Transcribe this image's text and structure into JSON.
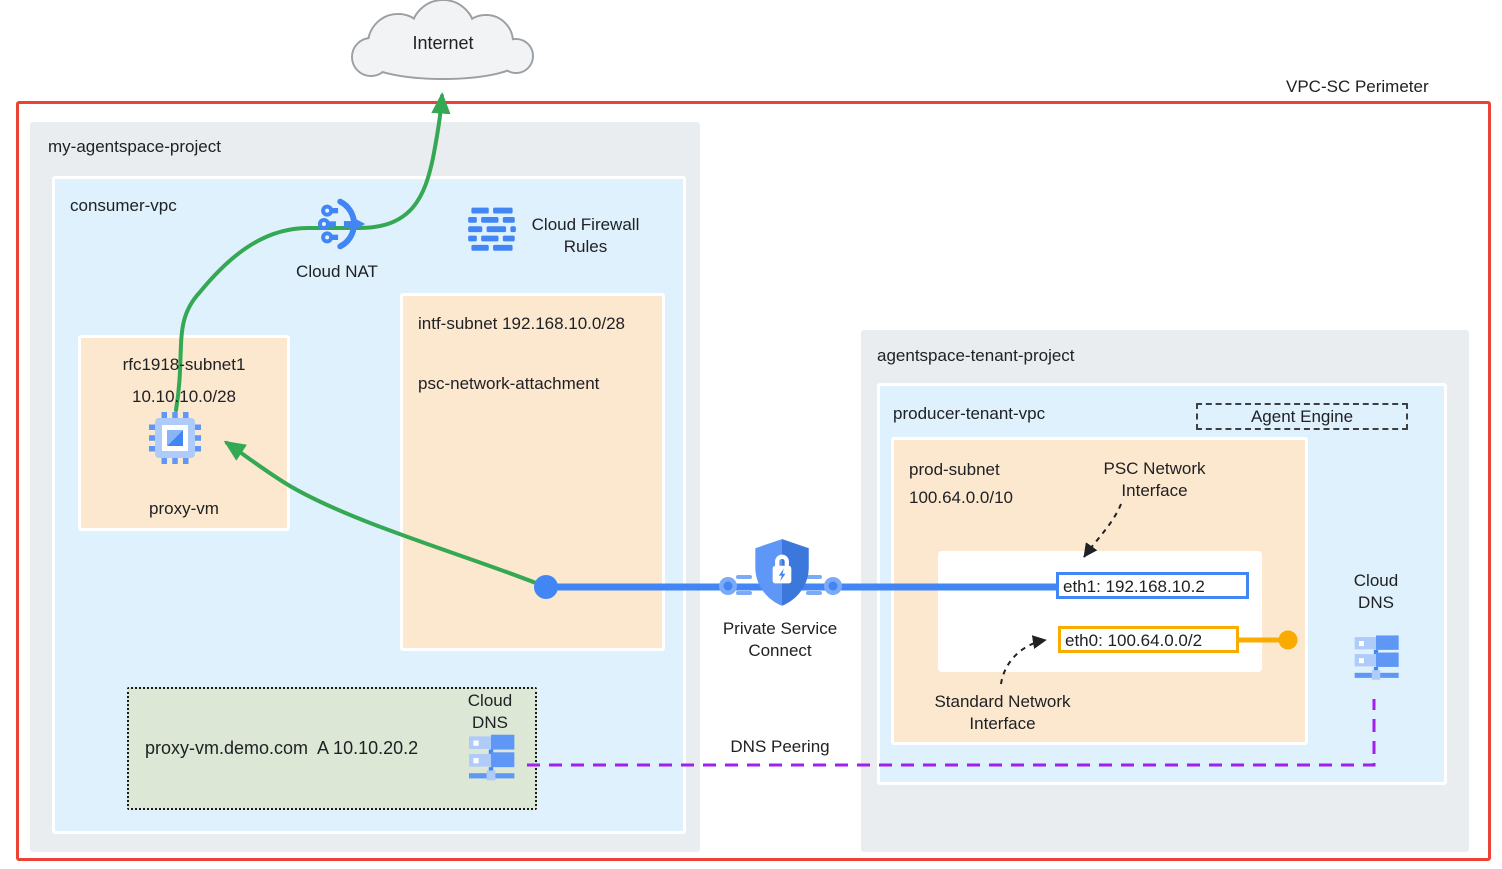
{
  "labels": {
    "perimeter": "VPC-SC Perimeter",
    "internet": "Internet",
    "psc": "Private Service Connect",
    "dns_peering": "DNS Peering"
  },
  "consumer_project": {
    "title": "my-agentspace-project",
    "vpc": "consumer-vpc",
    "cloud_nat": "Cloud NAT",
    "firewall": "Cloud Firewall Rules",
    "intf_subnet_line1": "intf-subnet 192.168.10.0/28",
    "intf_subnet_line2": "psc-network-attachment",
    "rfc_subnet_name": "rfc1918-subnet1",
    "rfc_subnet_cidr": "10.10.10.0/28",
    "proxy_vm": "proxy-vm",
    "dns_record": "proxy-vm.demo.com  A 10.10.20.2",
    "dns_label": "Cloud DNS"
  },
  "tenant_project": {
    "title": "agentspace-tenant-project",
    "vpc": "producer-tenant-vpc",
    "agent_engine": "Agent Engine",
    "prod_subnet_name": "prod-subnet",
    "prod_subnet_cidr": "100.64.0.0/10",
    "psc_nic": "PSC Network Interface",
    "standard_nic": "Standard Network Interface",
    "eth1": "eth1: 192.168.10.2",
    "eth0": "eth0: 100.64.0.0/2",
    "dns_label": "Cloud DNS"
  },
  "colors": {
    "perimeter_red": "#EA4335",
    "arrow_green": "#34A853",
    "line_blue": "#4285F4",
    "line_gold": "#F9AB00",
    "line_purple": "#A020F0",
    "project_bg": "#E9EDF0",
    "vpc_bg": "#DFF1FC",
    "subnet_bg": "#FCE8CF",
    "dns_zone_bg": "#DCE8D5",
    "text": "#202124"
  }
}
